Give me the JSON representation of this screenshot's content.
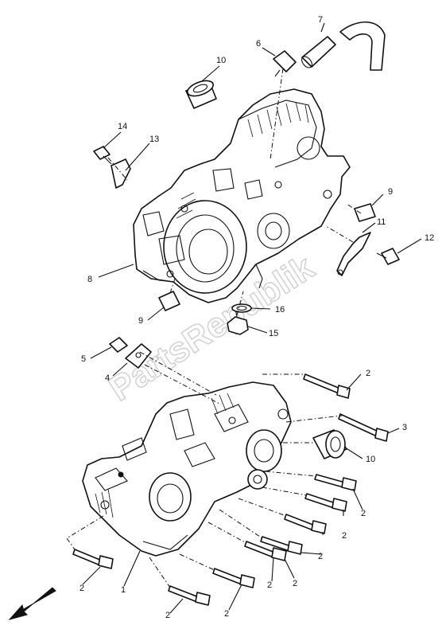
{
  "diagram": {
    "watermark": "PartsRepublik",
    "callouts": [
      "1",
      "2",
      "3",
      "4",
      "5",
      "6",
      "7",
      "8",
      "9",
      "10",
      "11",
      "12",
      "13",
      "14",
      "15",
      "16"
    ]
  }
}
